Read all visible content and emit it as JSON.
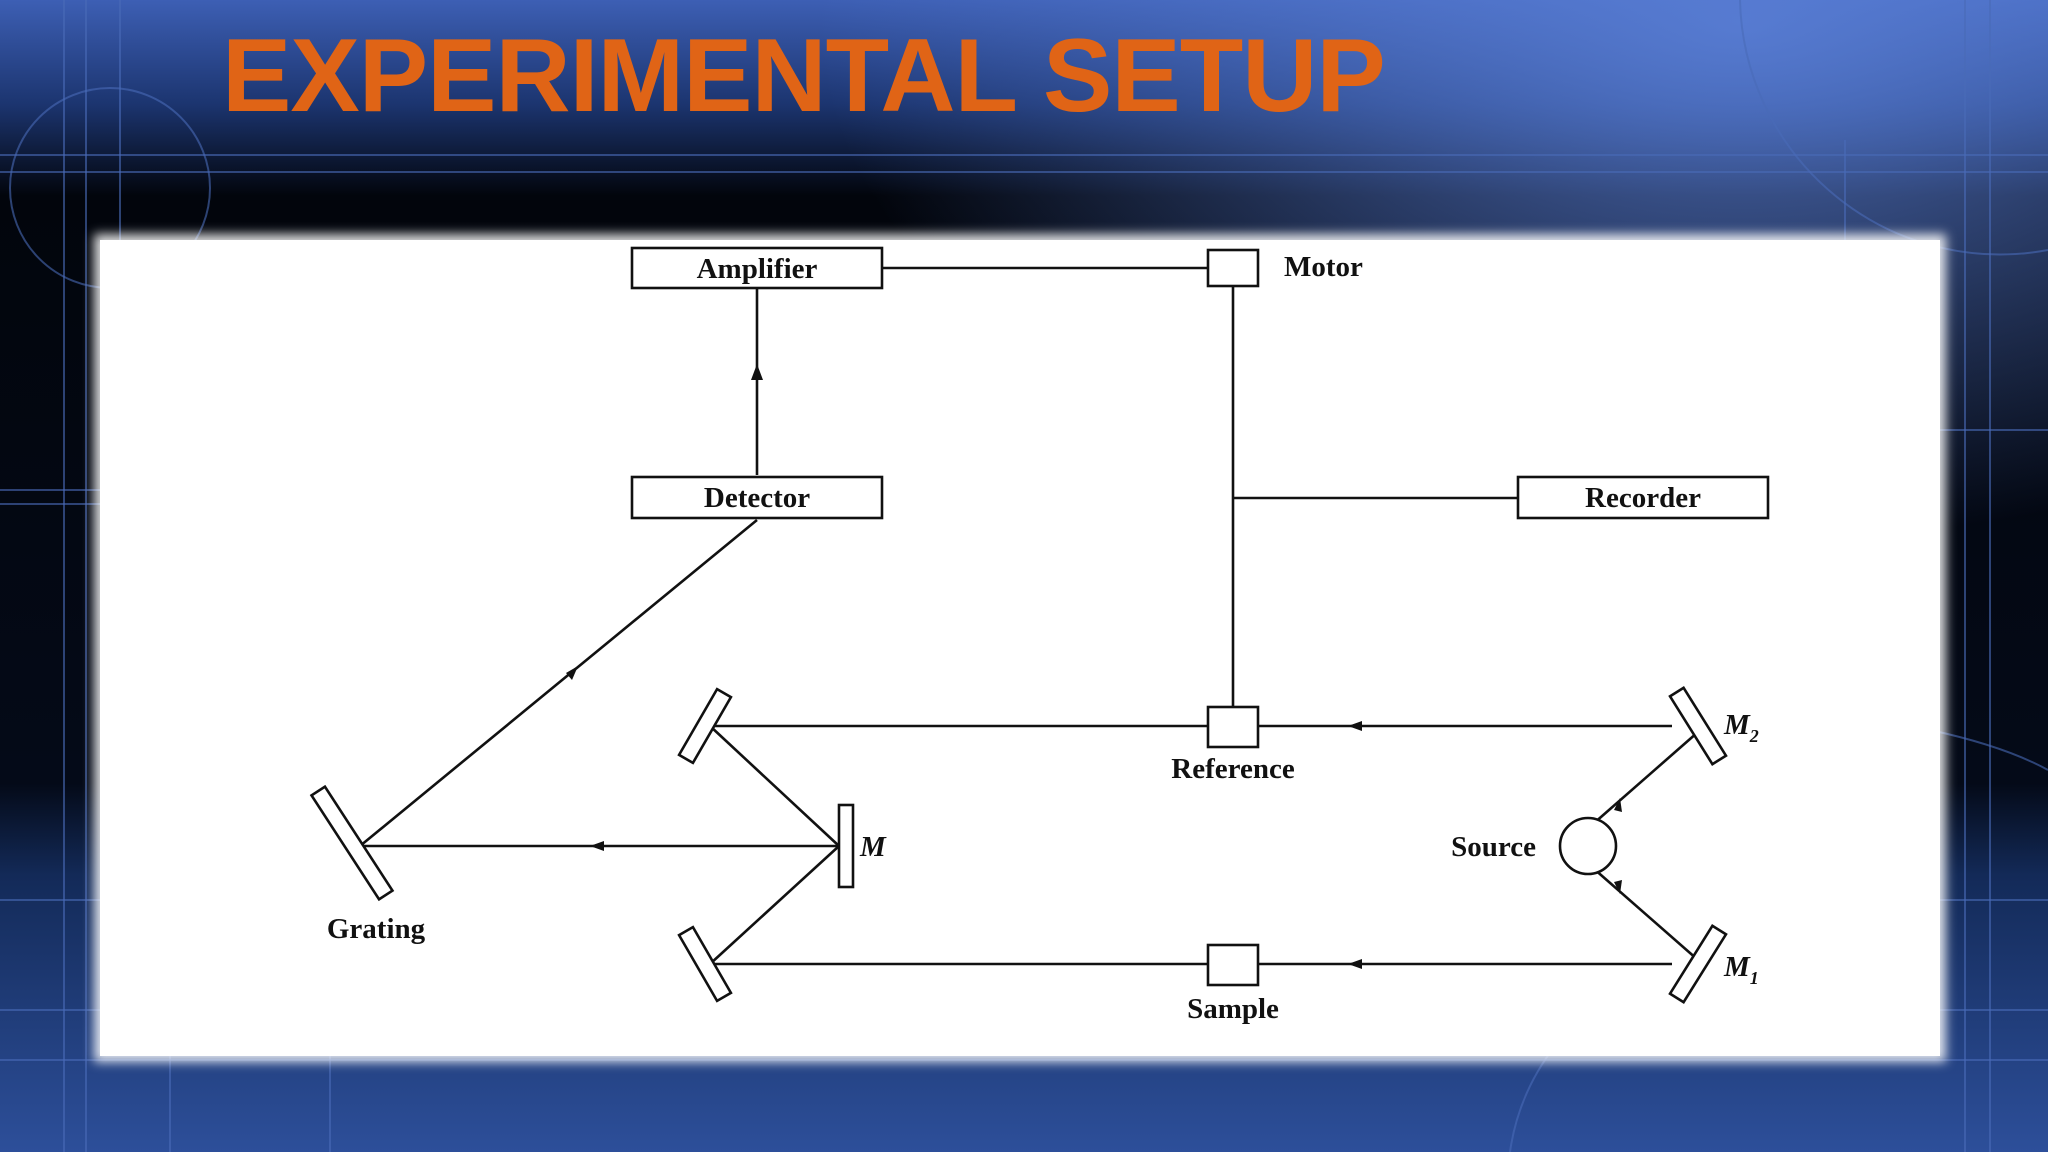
{
  "slide": {
    "title": "EXPERIMENTAL SETUP"
  },
  "diagram": {
    "labels": {
      "amplifier": "Amplifier",
      "motor": "Motor",
      "detector": "Detector",
      "recorder": "Recorder",
      "reference": "Reference",
      "sample": "Sample",
      "source": "Source",
      "grating": "Grating",
      "mirror_m": "M",
      "mirror_m1": "M",
      "mirror_m1_subscript": "1",
      "mirror_m2": "M",
      "mirror_m2_subscript": "2"
    }
  },
  "colors": {
    "title": "#e06416",
    "background_top": "#3b5fb0",
    "background_dark": "#02050c",
    "grid_lines": "#4a6ab8",
    "panel": "#ffffff",
    "ink": "#111111"
  }
}
